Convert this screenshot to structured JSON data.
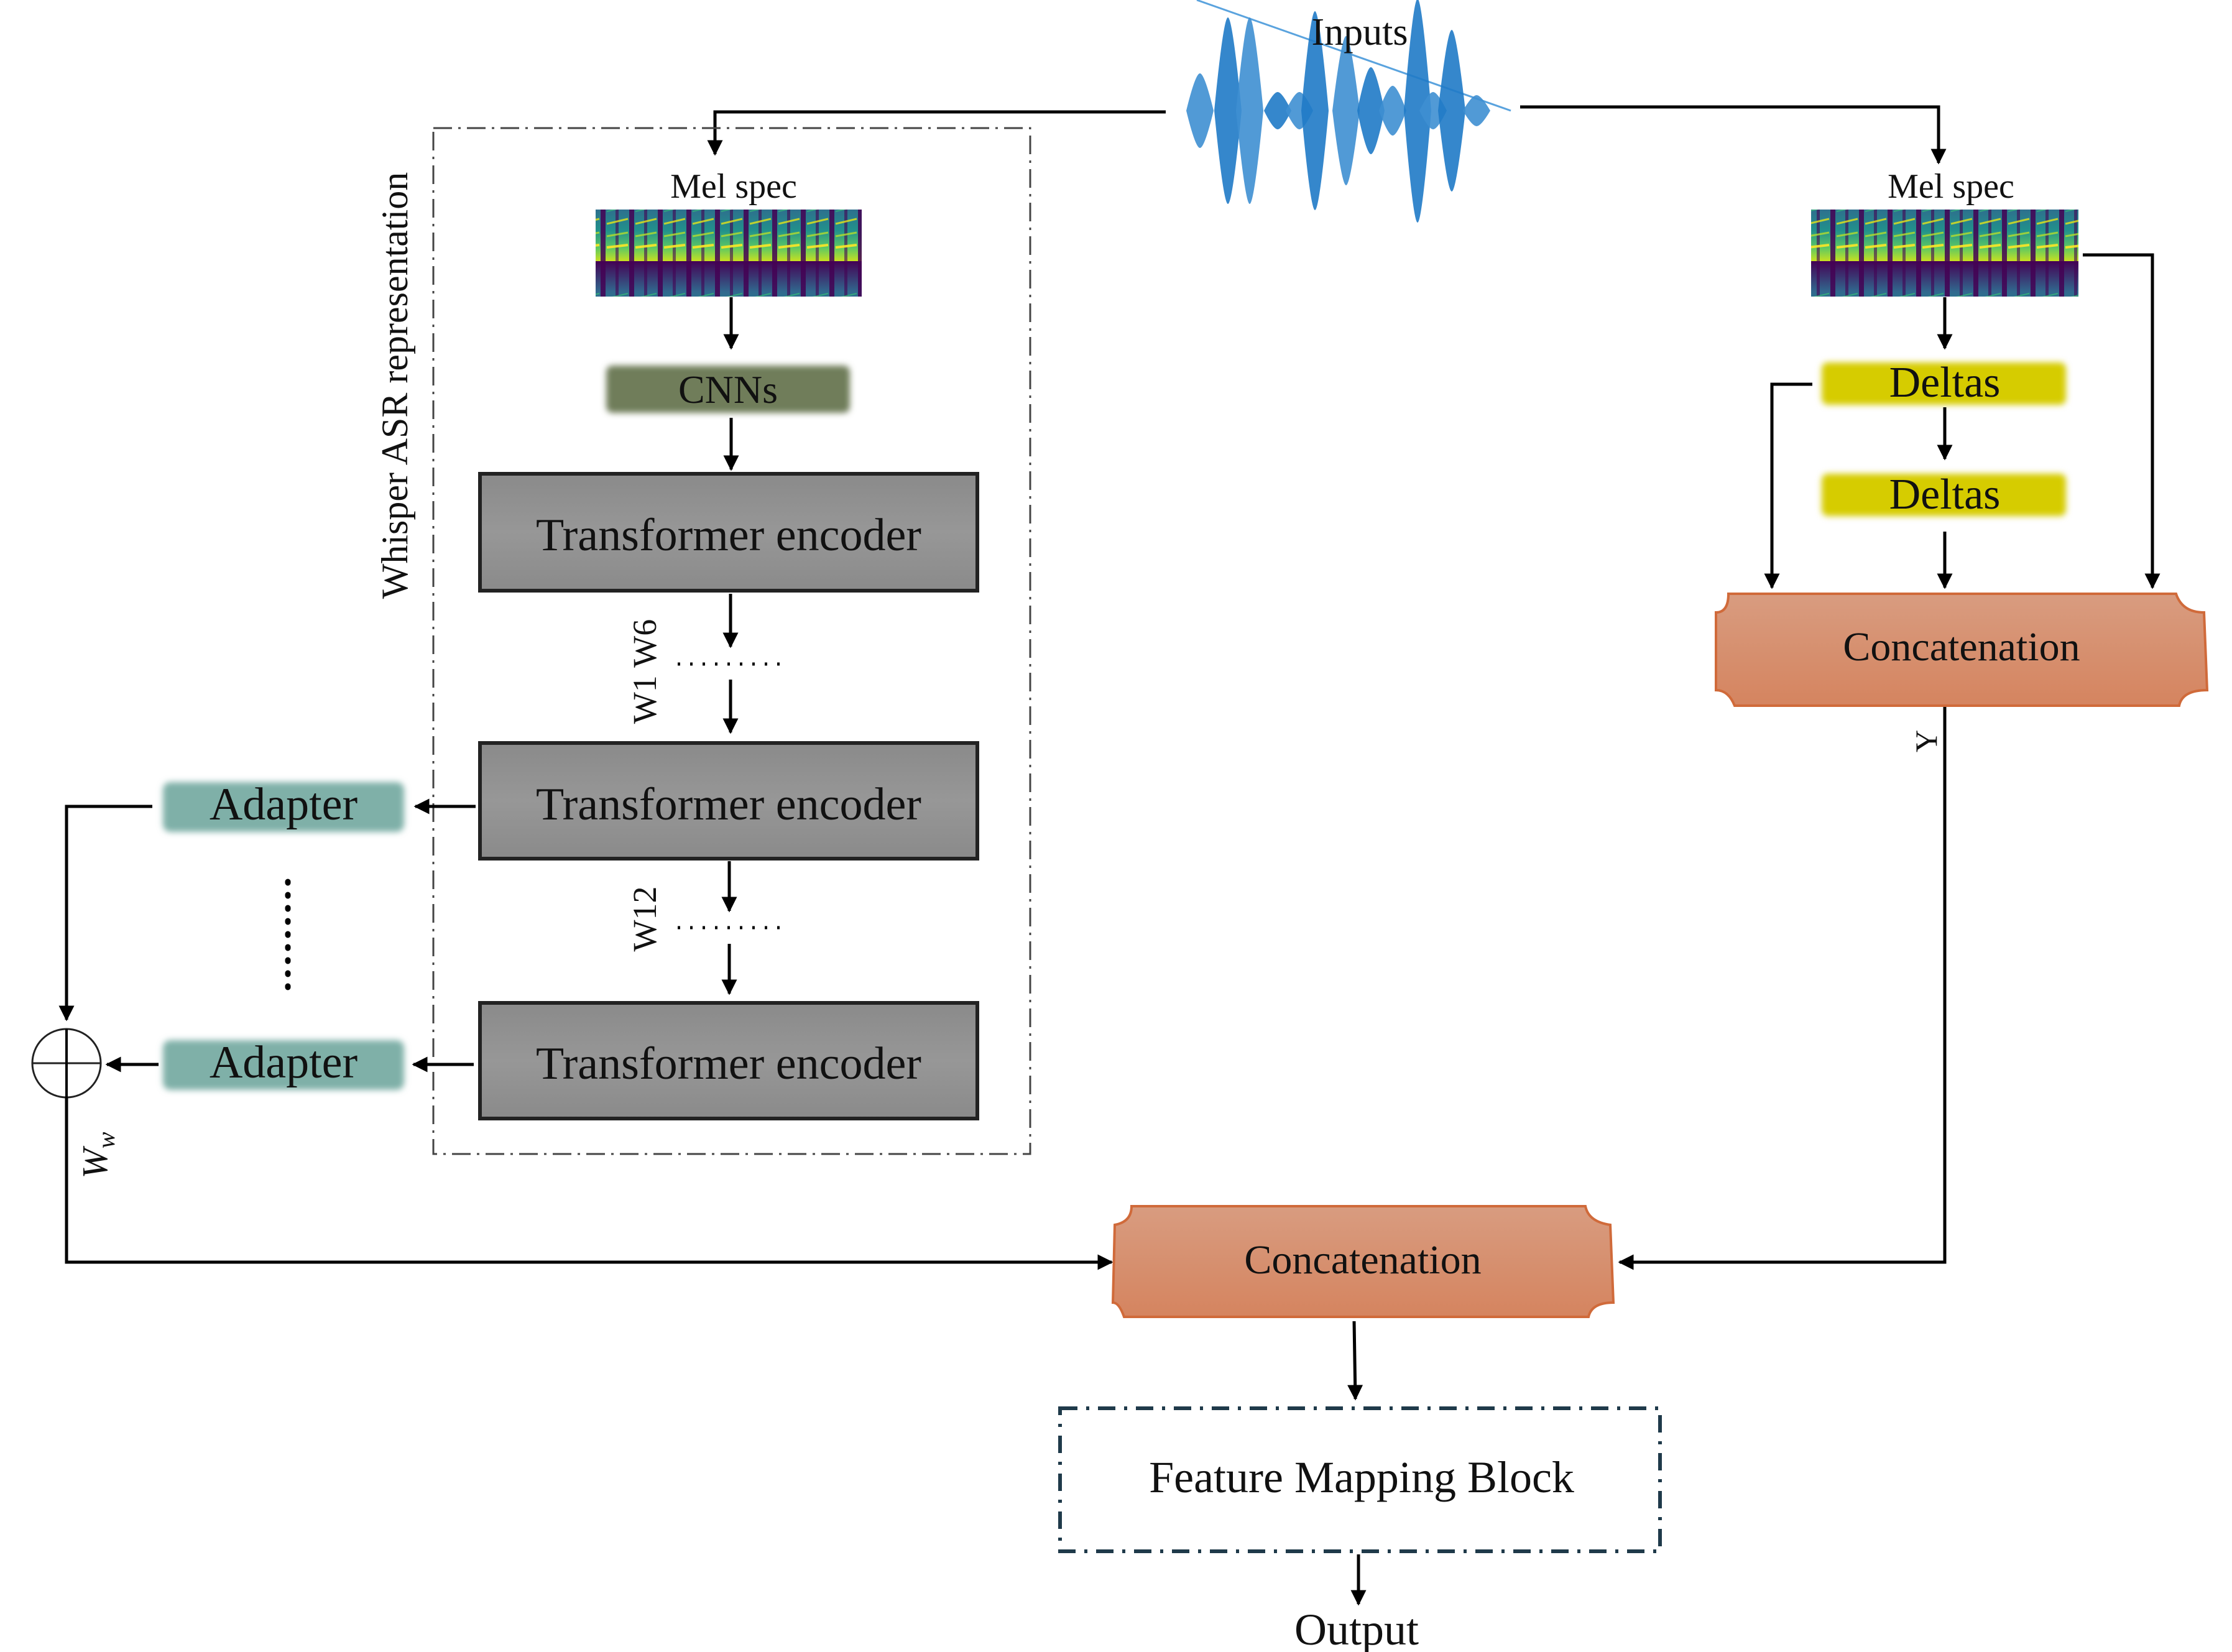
{
  "inputs": {
    "label": "Inputs",
    "icon": "waveform-icon",
    "wave_color": "#1f7ac6"
  },
  "whisper_branch": {
    "group_label": "Whisper ASR representation",
    "mel_spec_label": "Mel spec",
    "cnn_label": "CNNs",
    "encoders": [
      {
        "label": "Transformer encoder"
      },
      {
        "label": "Transformer encoder"
      },
      {
        "label": "Transformer encoder"
      }
    ],
    "weight_labels": {
      "upper": "W1 W6",
      "lower": "W12"
    },
    "adapters": [
      {
        "label": "Adapter"
      },
      {
        "label": "Adapter"
      }
    ],
    "sum_weight_label": "W",
    "sum_weight_subscript": "w",
    "sum_icon": "circled-plus-icon"
  },
  "feature_branch": {
    "mel_spec_label": "Mel spec",
    "deltas": [
      {
        "label": "Deltas"
      },
      {
        "label": "Deltas"
      }
    ],
    "concat_label": "Concatenation",
    "output_label": "Y"
  },
  "fusion": {
    "concat_label": "Concatenation",
    "mapping_label": "Feature Mapping Block",
    "output_label": "Output"
  },
  "colors": {
    "encoder_fill": "#8e8e8e",
    "cnn_fill": "#6f7d5a",
    "adapter_fill": "#7fb0a8",
    "delta_fill": "#d6cc00",
    "concat_fill_top": "#d79b7f",
    "concat_fill_bottom": "#d4835f",
    "concat_stroke": "#d06a3a",
    "mapping_stroke": "#1f3a4a"
  }
}
